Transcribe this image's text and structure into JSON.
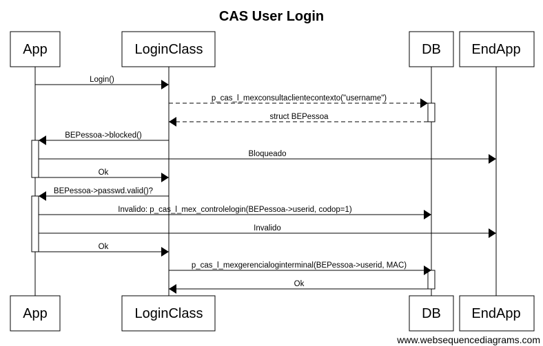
{
  "title": "CAS User Login",
  "watermark": "www.websequencediagrams.com",
  "participants": [
    {
      "id": "app",
      "label": "App"
    },
    {
      "id": "login",
      "label": "LoginClass"
    },
    {
      "id": "db",
      "label": "DB"
    },
    {
      "id": "endapp",
      "label": "EndApp"
    }
  ],
  "messages": [
    {
      "from": "app",
      "to": "login",
      "style": "solid",
      "label": "Login()"
    },
    {
      "from": "login",
      "to": "db",
      "style": "dashed",
      "label": "p_cas_l_mexconsultaclientecontexto(\"username\")"
    },
    {
      "from": "db",
      "to": "login",
      "style": "dashed",
      "label": "struct BEPessoa"
    },
    {
      "from": "login",
      "to": "app",
      "style": "solid",
      "label": "BEPessoa->blocked()"
    },
    {
      "from": "app",
      "to": "endapp",
      "style": "solid",
      "label": "Bloqueado"
    },
    {
      "from": "app",
      "to": "login",
      "style": "solid",
      "label": "Ok"
    },
    {
      "from": "login",
      "to": "app",
      "style": "solid",
      "label": "BEPessoa->passwd.valid()?"
    },
    {
      "from": "app",
      "to": "db",
      "style": "solid",
      "label": "Invalido:  p_cas_l_mex_controlelogin(BEPessoa->userid, codop=1)"
    },
    {
      "from": "app",
      "to": "endapp",
      "style": "solid",
      "label": "Invalido"
    },
    {
      "from": "app",
      "to": "login",
      "style": "solid",
      "label": "Ok"
    },
    {
      "from": "login",
      "to": "db",
      "style": "solid",
      "label": "p_cas_l_mexgerencialoginterminal(BEPessoa->userid, MAC)"
    },
    {
      "from": "db",
      "to": "login",
      "style": "solid",
      "label": "Ok"
    }
  ]
}
